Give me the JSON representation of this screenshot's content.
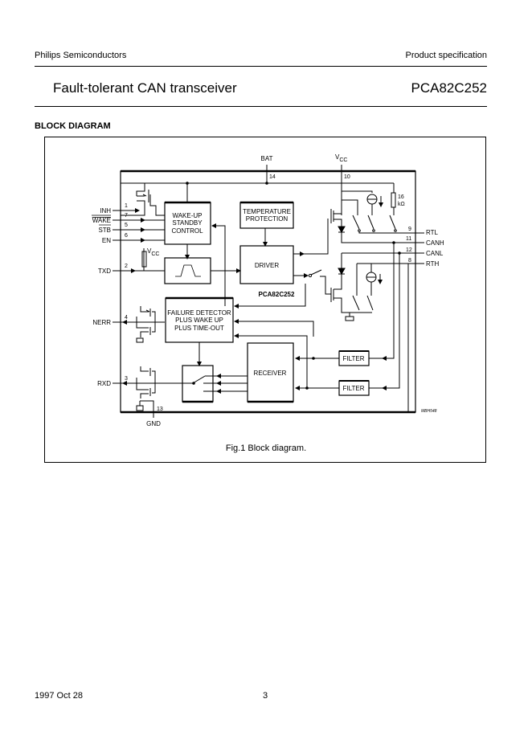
{
  "header": {
    "company": "Philips Semiconductors",
    "doc_type": "Product specification",
    "title": "Fault-tolerant CAN transceiver",
    "part_number": "PCA82C252"
  },
  "section_title": "BLOCK DIAGRAM",
  "diagram": {
    "chip_label": "PCA82C252",
    "supply_pins": [
      {
        "name": "BAT",
        "pin": "14"
      },
      {
        "name": "VCC",
        "name_main": "V",
        "name_sub": "CC",
        "pin": "10"
      },
      {
        "name": "GND",
        "pin": "13"
      }
    ],
    "left_pins": [
      {
        "name": "INH",
        "pin": "1",
        "overline": false
      },
      {
        "name": "WAKE",
        "pin": "7",
        "overline": true
      },
      {
        "name": "STB",
        "pin": "5",
        "overline": true
      },
      {
        "name": "EN",
        "pin": "6",
        "overline": false
      },
      {
        "name": "TXD",
        "pin": "2",
        "overline": false
      },
      {
        "name": "NERR",
        "pin": "4",
        "overline": false
      },
      {
        "name": "RXD",
        "pin": "3",
        "overline": false
      }
    ],
    "right_pins": [
      {
        "name": "RTL",
        "pin": "9"
      },
      {
        "name": "CANH",
        "pin": "11"
      },
      {
        "name": "CANL",
        "pin": "12"
      },
      {
        "name": "RTH",
        "pin": "8"
      }
    ],
    "blocks": {
      "wakeup": [
        "WAKE-UP",
        "STANDBY",
        "CONTROL"
      ],
      "temperature": [
        "TEMPERATURE",
        "PROTECTION"
      ],
      "driver": "DRIVER",
      "failure": [
        "FAILURE DETECTOR",
        "PLUS WAKE UP",
        "PLUS TIME-OUT"
      ],
      "receiver": "RECEIVER",
      "filter_top": "FILTER",
      "filter_bottom": "FILTER"
    },
    "resistor_value": [
      "16",
      "kΩ"
    ],
    "vcc_pullup_label_main": "V",
    "vcc_pullup_label_sub": "CC",
    "drawing_code": "MBH548"
  },
  "caption": "Fig.1  Block diagram.",
  "footer": {
    "date": "1997 Oct 28",
    "page": "3"
  }
}
